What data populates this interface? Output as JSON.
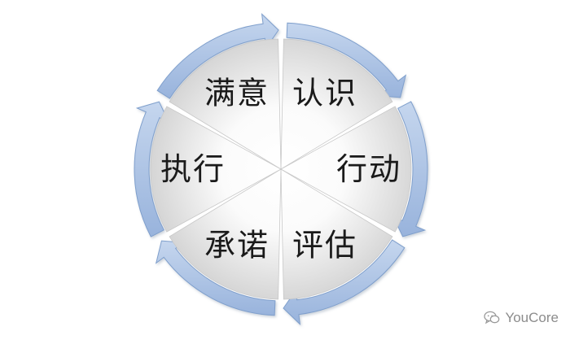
{
  "diagram": {
    "type": "cycle",
    "direction": "clockwise",
    "segments": [
      {
        "label": "认识"
      },
      {
        "label": "行动"
      },
      {
        "label": "评估"
      },
      {
        "label": "承诺"
      },
      {
        "label": "执行"
      },
      {
        "label": "满意"
      }
    ]
  },
  "colors": {
    "arrow_fill": "#a9c1e3",
    "arrow_edge": "#7f9fcc",
    "wedge_light": "#ffffff",
    "wedge_dark": "#d6d6d6",
    "wedge_edge": "#c8c8c8"
  },
  "watermark": {
    "text": "YouCore",
    "icon": "wechat-icon"
  }
}
